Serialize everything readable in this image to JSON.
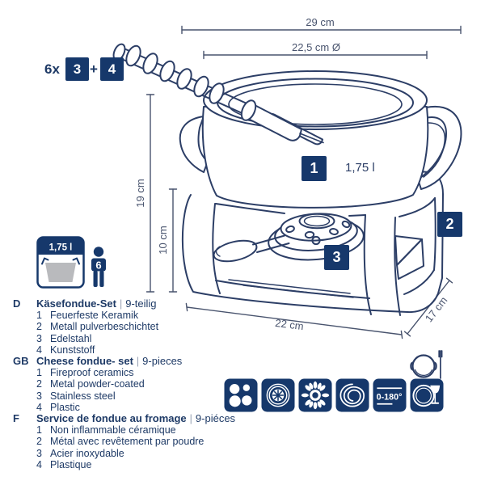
{
  "colors": {
    "navy": "#16386b",
    "text": "#1e3a66",
    "line_art": "#2c3e66",
    "dimension": "#49546e",
    "gray_fill": "#b9babd"
  },
  "fork_count_note": {
    "count": "6x",
    "part_a": "3",
    "plus": "+",
    "part_b": "4"
  },
  "dimensions": {
    "total_width": "29 cm",
    "pot_diameter": "22,5 cm Ø",
    "total_height": "19 cm",
    "stand_height": "10 cm",
    "base_length": "22 cm",
    "base_depth": "17 cm"
  },
  "part_labels": {
    "pot": "1",
    "stand": "2",
    "burner": "3"
  },
  "pot_capacity": "1,75 l",
  "capacity_badge": {
    "volume": "1,75 l",
    "serves": "6"
  },
  "sections": [
    {
      "lang": "D",
      "title": "Käsefondue-Set",
      "separator": "|",
      "pieces": "9-teilig",
      "items": [
        {
          "n": "1",
          "text": "Feuerfeste Keramik"
        },
        {
          "n": "2",
          "text": "Metall pulverbeschichtet"
        },
        {
          "n": "3",
          "text": "Edelstahl"
        },
        {
          "n": "4",
          "text": "Kunststoff"
        }
      ]
    },
    {
      "lang": "GB",
      "title": "Cheese fondue- set",
      "separator": "|",
      "pieces": "9-pieces",
      "items": [
        {
          "n": "1",
          "text": "Fireproof ceramics"
        },
        {
          "n": "2",
          "text": "Metal powder-coated"
        },
        {
          "n": "3",
          "text": "Stainless steel"
        },
        {
          "n": "4",
          "text": "Plastic"
        }
      ]
    },
    {
      "lang": "F",
      "title": "Service de fondue au fromage",
      "separator": "|",
      "pieces": "9-piéces",
      "items": [
        {
          "n": "1",
          "text": "Non inflammable céramique"
        },
        {
          "n": "2",
          "text": "Métal avec revêtement par poudre"
        },
        {
          "n": "3",
          "text": "Acier inoxydable"
        },
        {
          "n": "4",
          "text": "Plastique"
        }
      ]
    }
  ],
  "suitability_icons": [
    {
      "name": "electric-hob"
    },
    {
      "name": "radiant-ring"
    },
    {
      "name": "gas-flame"
    },
    {
      "name": "halogen-spiral"
    },
    {
      "name": "temperature-range",
      "label": "0-180°"
    },
    {
      "name": "dishwasher-safe"
    }
  ]
}
